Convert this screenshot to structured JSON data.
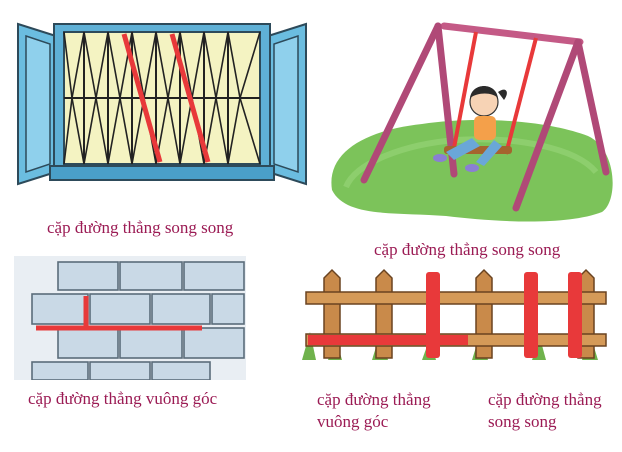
{
  "captions": {
    "window": "cặp đường thẳng song song",
    "swing": "cặp đường thẳng song song",
    "wall": "cặp đường thẳng vuông góc",
    "fence_left_line1": "cặp đường thẳng",
    "fence_left_line2": "vuông góc",
    "fence_right_line1": "cặp đường thẳng",
    "fence_right_line2": "song song"
  },
  "colors": {
    "caption": "#9b1b54",
    "highlight": "#e8393a",
    "window_frame": "#5fb0d6",
    "window_glass": "#f4f3c2",
    "swing_frame": "#c45a86",
    "grass": "#7cc35a",
    "brick": "#c9d9e6",
    "fence_wood": "#c98a4a"
  },
  "icons": [
    "window-illustration",
    "swing-illustration",
    "brick-wall-illustration",
    "wooden-fence-illustration"
  ]
}
